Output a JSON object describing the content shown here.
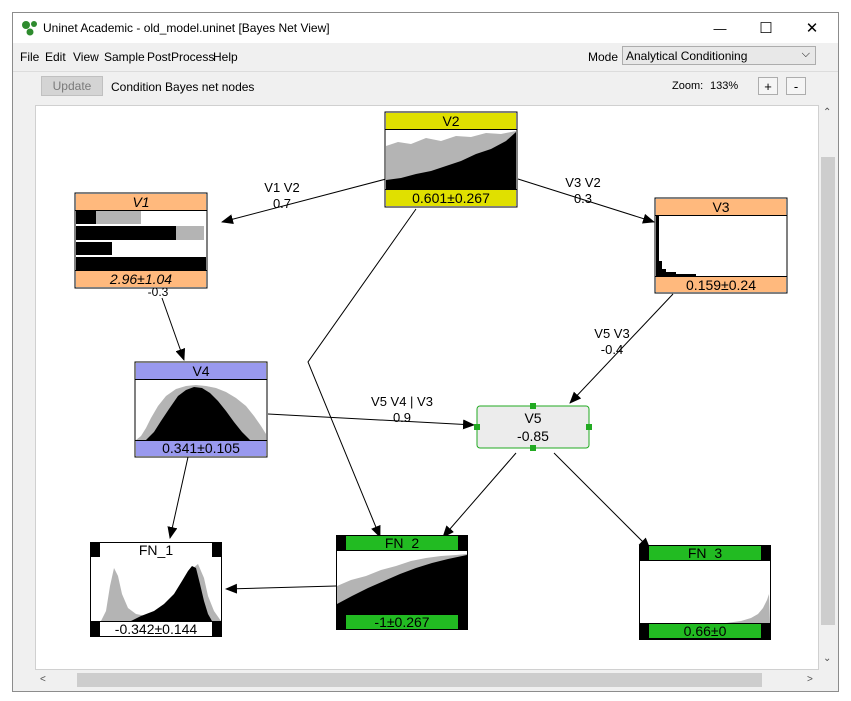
{
  "window": {
    "title": "Uninet Academic - old_model.uninet  [Bayes Net View]",
    "minimize": "—",
    "maximize": "☐",
    "close": "✕"
  },
  "menu": [
    "File",
    "Edit",
    "View",
    "Sample",
    "PostProcess",
    "Help"
  ],
  "mode": {
    "label": "Mode",
    "value": "Analytical Conditioning",
    "arrow": "⌵"
  },
  "toolbar": {
    "update_label": "Update",
    "status": "Condition Bayes net nodes",
    "zoom_label": "Zoom:",
    "zoom_value": "133%",
    "zoom_in": "+",
    "zoom_out": "-"
  },
  "colors": {
    "orange": "#ffb97d",
    "yellow": "#e0e000",
    "purple": "#9999ee",
    "green": "#22bb22",
    "node_gray": "#ececec"
  },
  "nodes": {
    "v2": {
      "name": "V2",
      "value": "0.601±0.267"
    },
    "v1": {
      "name": "V1",
      "value": "2.96±1.04",
      "note": "-0.3"
    },
    "v3": {
      "name": "V3",
      "value": "0.159±0.24"
    },
    "v4": {
      "name": "V4",
      "value": "0.341±0.105"
    },
    "v5": {
      "name": "V5",
      "value": "-0.85"
    },
    "fn1": {
      "name": "FN_1",
      "value": "-0.342±0.144"
    },
    "fn2": {
      "name": "FN_2",
      "value": "-1±0.267"
    },
    "fn3": {
      "name": "FN_3",
      "value": "0.66±0"
    }
  },
  "edges": {
    "v1v2": {
      "label": "V1 V2",
      "value": "0.7"
    },
    "v3v2": {
      "label": "V3 V2",
      "value": "0.3"
    },
    "v5v3": {
      "label": "V5 V3",
      "value": "-0.4"
    },
    "v5v4": {
      "label": "V5 V4 | V3",
      "value": "0.9"
    }
  },
  "scroll": {
    "up": "⌃",
    "down": "⌄",
    "left": "<",
    "right": ">"
  }
}
